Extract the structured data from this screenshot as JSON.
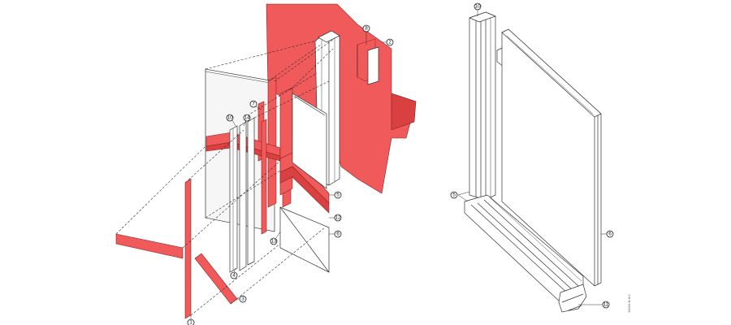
{
  "left_callouts": {
    "c1": "1",
    "c2": "2",
    "c3": "3",
    "c4": "4",
    "c5": "5",
    "c6": "6",
    "c7": "7",
    "c8": "8",
    "c10": "10",
    "c12": "12",
    "c13": "13",
    "c14": "14"
  },
  "right_callouts": {
    "c10": "10",
    "c5": "5",
    "c6": "6",
    "c11": "11"
  },
  "drawing_code": "10020-B-HIJ"
}
